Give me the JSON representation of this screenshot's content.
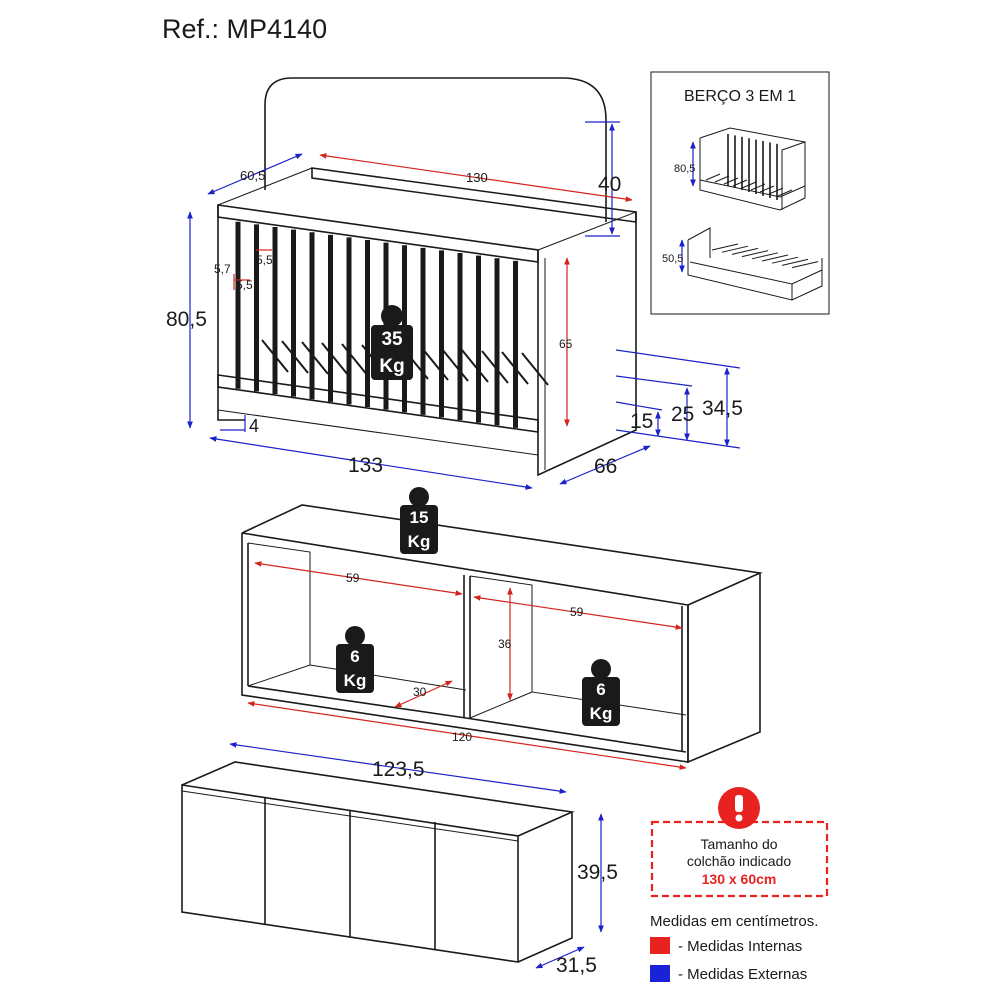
{
  "reference": "Ref.: MP4140",
  "crib": {
    "dims": {
      "width_top": "130",
      "depth_top": "60,5",
      "canopy_height": "40",
      "total_height": "80,5",
      "inner_height": "65",
      "slat_gap_1": "5,7",
      "slat_gap_2": "5,5",
      "slat_gap_3": "5,5",
      "base_offset": "4",
      "base_width": "133",
      "base_depth": "66",
      "leg_15": "15",
      "leg_25": "25",
      "leg_345": "34,5"
    },
    "weight": {
      "value": "35",
      "unit": "Kg"
    }
  },
  "inset": {
    "title": "BERÇO 3 EM 1",
    "dim_1": "80,5",
    "dim_2": "50,5"
  },
  "shelf": {
    "dims": {
      "niche_left_width": "59",
      "niche_right_width": "59",
      "niche_height": "36",
      "niche_depth": "30",
      "total_width": "120"
    },
    "weights": [
      {
        "value": "15",
        "unit": "Kg"
      },
      {
        "value": "6",
        "unit": "Kg"
      },
      {
        "value": "6",
        "unit": "Kg"
      }
    ]
  },
  "cabinet": {
    "dims": {
      "width": "123,5",
      "height": "39,5",
      "depth": "31,5"
    }
  },
  "notice": {
    "line1": "Tamanho do",
    "line2": "colchão indicado",
    "line3": "130 x 60cm"
  },
  "legend": {
    "title": "Medidas em centímetros.",
    "internal": "- Medidas Internas",
    "external": "- Medidas Externas",
    "internal_color": "#e8231f",
    "external_color": "#1a22d8"
  },
  "icons": [
    "weight-icon",
    "exclamation-icon"
  ]
}
